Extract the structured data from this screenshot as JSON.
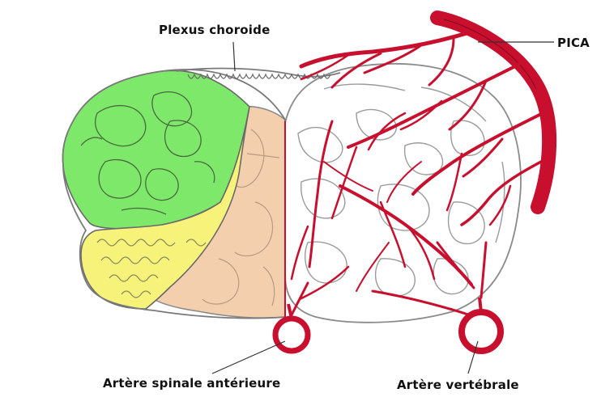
{
  "labels": {
    "plexus": "Plexus choroide",
    "pica": "PICA",
    "spinale": "Artère spinale antérieure",
    "vertebrale": "Artère vertébrale"
  },
  "colors": {
    "green_region": "#7ee86a",
    "yellow_region": "#f7f27a",
    "peach_region": "#f3cfae",
    "artery": "#c8102e",
    "outline": "#8a8a8a",
    "label_text": "#111111"
  }
}
